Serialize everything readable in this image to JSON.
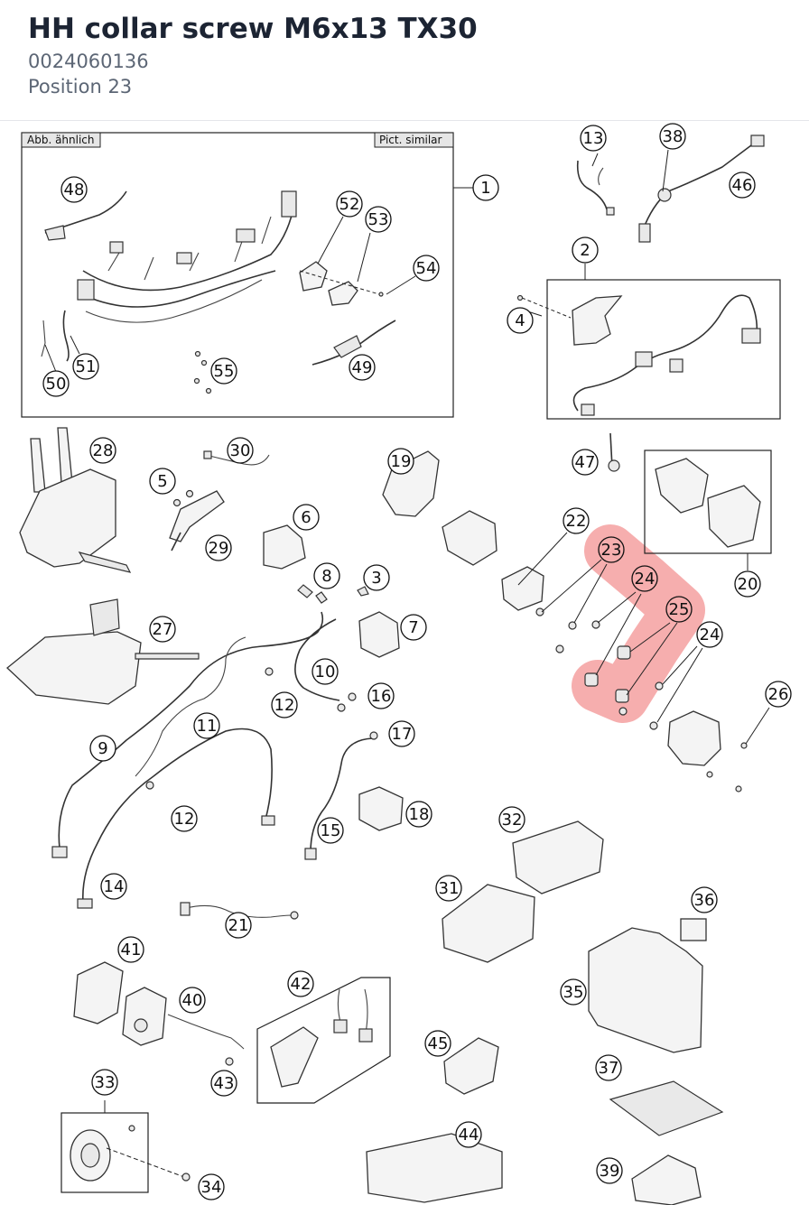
{
  "header": {
    "title": "HH collar screw M6x13 TX30",
    "part_number": "0024060136",
    "position": "Position 23"
  },
  "diagram": {
    "tag_left": "Abb. ähnlich",
    "tag_right": "Pict. similar",
    "highlight_color": "#ef6b6b",
    "highlighted_positions": [
      "23",
      "24",
      "25"
    ],
    "callouts": [
      "1",
      "2",
      "3",
      "4",
      "5",
      "6",
      "7",
      "8",
      "9",
      "10",
      "11",
      "12",
      "12",
      "13",
      "14",
      "15",
      "16",
      "17",
      "18",
      "19",
      "20",
      "21",
      "22",
      "23",
      "24",
      "24",
      "25",
      "26",
      "27",
      "28",
      "29",
      "30",
      "31",
      "32",
      "33",
      "34",
      "35",
      "36",
      "37",
      "38",
      "39",
      "40",
      "41",
      "42",
      "43",
      "44",
      "45",
      "46",
      "47",
      "48",
      "49",
      "50",
      "51",
      "52",
      "53",
      "54",
      "55"
    ]
  }
}
